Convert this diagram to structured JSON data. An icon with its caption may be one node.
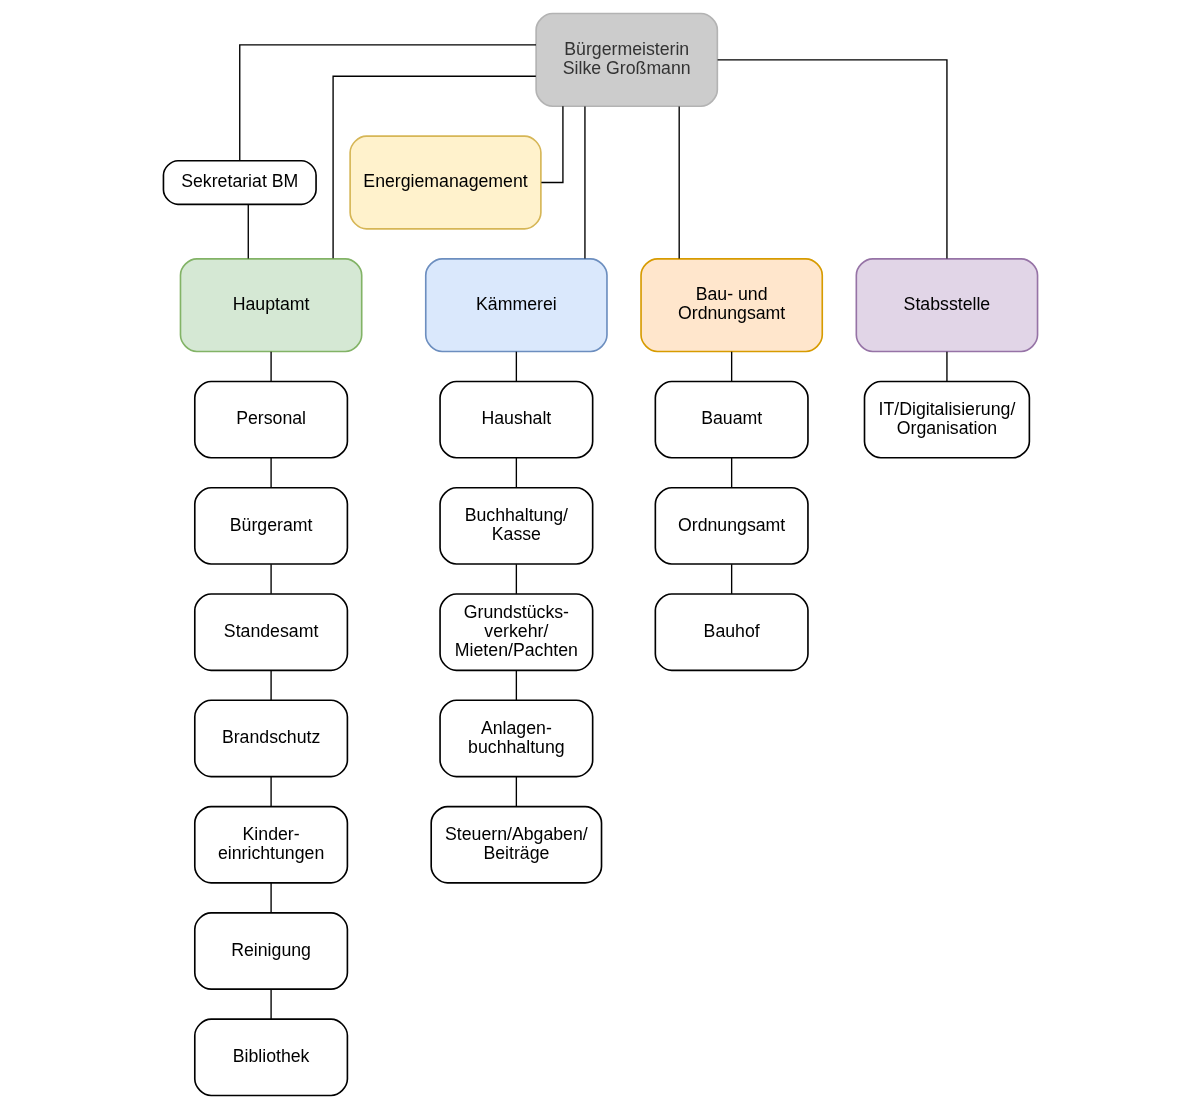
{
  "diagram": {
    "nodes": [
      {
        "text": [
          "Bürgermeisterin",
          "Silke Großmann"
        ]
      },
      {
        "text": [
          "Sekretariat BM"
        ]
      },
      {
        "text": [
          "Energiemanagement"
        ]
      },
      {
        "text": [
          "Hauptamt"
        ]
      },
      {
        "text": [
          "Kämmerei"
        ]
      },
      {
        "text": [
          "Bau- und Ordnungsamt"
        ]
      },
      {
        "text": [
          "Stabsstelle"
        ]
      },
      {
        "text": [
          "Personal"
        ]
      },
      {
        "text": [
          "Bürgeramt"
        ]
      },
      {
        "text": [
          "Standesamt"
        ]
      },
      {
        "text": [
          "Brandschutz"
        ]
      },
      {
        "text": [
          "Kinder- einrichtungen"
        ]
      },
      {
        "text": [
          "Reinigung"
        ]
      },
      {
        "text": [
          "Bibliothek"
        ]
      },
      {
        "text": [
          "Haushalt"
        ]
      },
      {
        "text": [
          "Buchhaltung/ Kasse"
        ]
      },
      {
        "text": [
          "Grundstücks- verkehr/ Mieten/Pachten"
        ]
      },
      {
        "text": [
          "Anlagen- buchhaltung"
        ]
      },
      {
        "text": [
          "Steuern/Abgaben/ Beiträge"
        ]
      },
      {
        "text": [
          "Bauamt"
        ]
      },
      {
        "text": [
          "Ordnungsamt"
        ]
      },
      {
        "text": [
          "Bauhof"
        ]
      },
      {
        "text": [
          "IT/Digitalisierung/ Organisation"
        ]
      }
    ],
    "edges": [
      {
        "from": 0,
        "to": 1,
        "arrow": "none"
      },
      {
        "from": 0,
        "to": 2,
        "arrow": "none"
      },
      {
        "from": 0,
        "to": 3,
        "arrow": "none"
      },
      {
        "from": 0,
        "to": 4,
        "arrow": "none"
      },
      {
        "from": 0,
        "to": 5,
        "arrow": "none"
      },
      {
        "from": 0,
        "to": 6,
        "arrow": "none"
      },
      {
        "from": 1,
        "to": 3,
        "arrow": "none"
      },
      {
        "from": 3,
        "to": 7,
        "arrow": "none"
      },
      {
        "from": 7,
        "to": 8,
        "arrow": "none"
      },
      {
        "from": 8,
        "to": 9,
        "arrow": "none"
      },
      {
        "from": 9,
        "to": 10,
        "arrow": "none"
      },
      {
        "from": 10,
        "to": 11,
        "arrow": "none"
      },
      {
        "from": 11,
        "to": 12,
        "arrow": "none"
      },
      {
        "from": 12,
        "to": 13,
        "arrow": "none"
      },
      {
        "from": 4,
        "to": 14,
        "arrow": "none"
      },
      {
        "from": 14,
        "to": 15,
        "arrow": "none"
      },
      {
        "from": 15,
        "to": 16,
        "arrow": "none"
      },
      {
        "from": 16,
        "to": 17,
        "arrow": "none"
      },
      {
        "from": 17,
        "to": 18,
        "arrow": "none"
      },
      {
        "from": 5,
        "to": 19,
        "arrow": "none"
      },
      {
        "from": 19,
        "to": 20,
        "arrow": "none"
      },
      {
        "from": 20,
        "to": 21,
        "arrow": "none"
      },
      {
        "from": 6,
        "to": 22,
        "arrow": "none"
      }
    ]
  }
}
